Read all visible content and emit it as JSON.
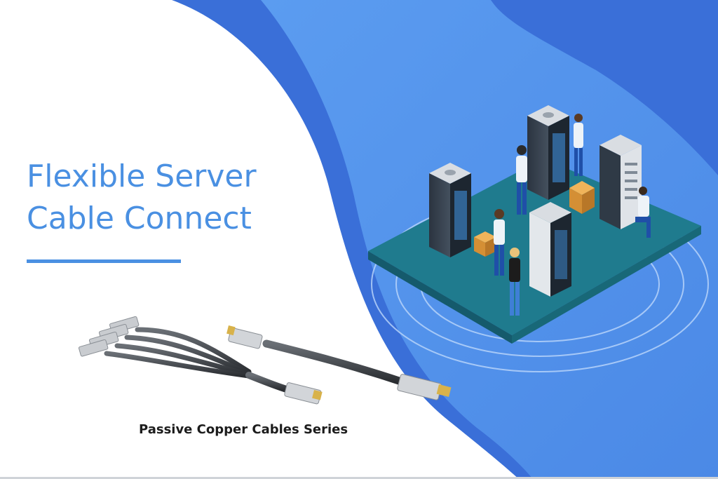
{
  "headline": {
    "line1": "Flexible Server",
    "line2": "Cable Connect"
  },
  "caption": "Passive Copper Cables Series",
  "colors": {
    "accent_blue": "#4a90e2",
    "wave_dark": "#3a6fd8",
    "wave_light": "#5d9ff0",
    "platform_teal": "#1f7b8e"
  },
  "icons": [
    "breakout-cable-icon",
    "direct-attach-cable-icon",
    "server-rack-icon",
    "technician-icon",
    "cardboard-box-icon"
  ]
}
